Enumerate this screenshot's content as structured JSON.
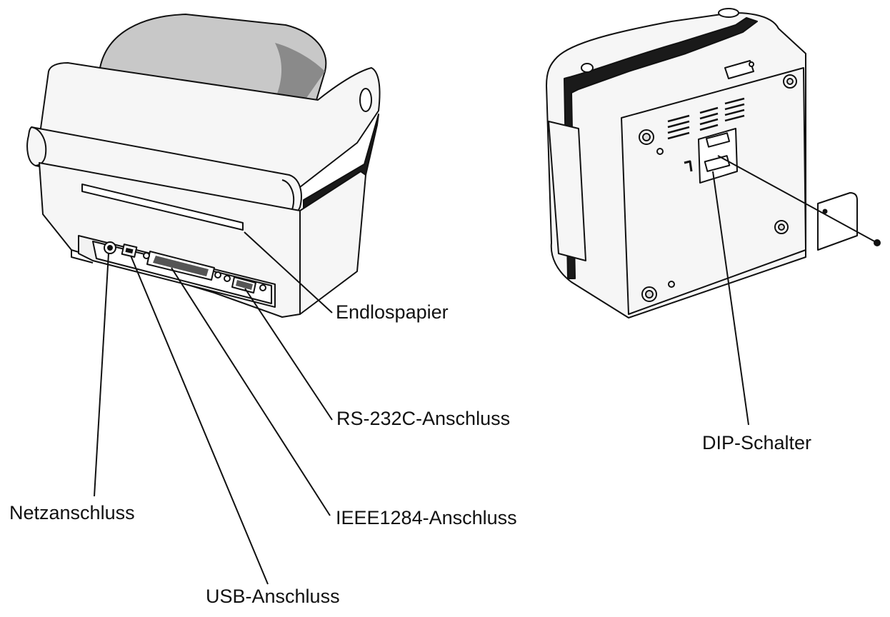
{
  "labels": {
    "endlospapier": "Endlospapier",
    "rs232": "RS-232C-Anschluss",
    "dip": "DIP-Schalter",
    "netz": "Netzanschluss",
    "ieee": "IEEE1284-Anschluss",
    "usb": "USB-Anschluss"
  },
  "colors": {
    "ink": "#111111",
    "paper_gray": "#bdbdbd",
    "body_fill": "#f6f6f6",
    "dark_strip": "#1a1a1a"
  }
}
